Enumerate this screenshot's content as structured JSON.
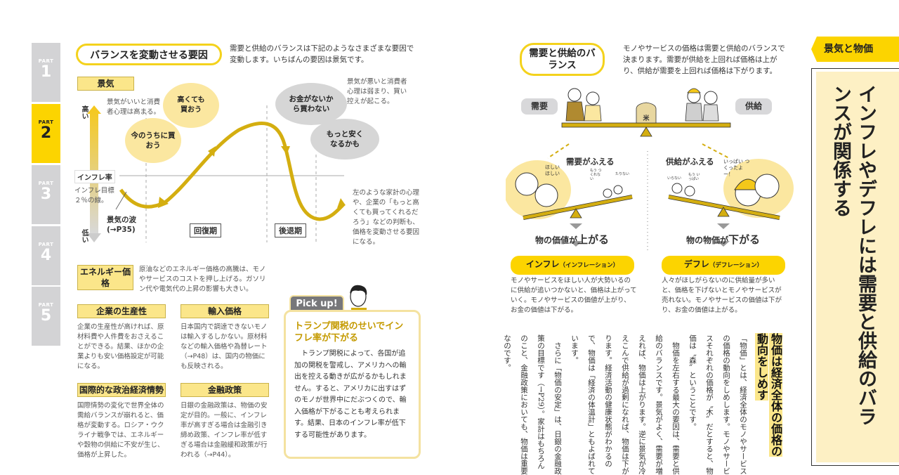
{
  "part_tabs": [
    {
      "label": "PART",
      "num": "1"
    },
    {
      "label": "PART",
      "num": "2",
      "active": true
    },
    {
      "label": "PART",
      "num": "3"
    },
    {
      "label": "PART",
      "num": "4"
    },
    {
      "label": "PART",
      "num": "5"
    }
  ],
  "left": {
    "heading": "バランスを変動させる要因",
    "intro": "需要と供給のバランスは下記のようなさまざまな要因で変動します。いちばんの要因は景気です。",
    "keiki_label": "景気",
    "axis_high": "高い",
    "axis_low": "低い",
    "inflation_rate_label": "インフレ率",
    "inflation_target_note": "インフレ目標２％の線。",
    "good_note": "景気がいいと消費者心理は高まる。",
    "bad_note": "景気が悪いと消費者心理は弱まり、買い控えが起こる。",
    "cloud_buy_now": "今のうちに買おう",
    "cloud_buy_anyway": "高くても買おう",
    "cloud_no_money": "お金がないから買わない",
    "cloud_cheaper": "もっと安くなるかも",
    "wave_label": "景気の波",
    "wave_ref": "(→P35)",
    "recovery": "回復期",
    "recession": "後退期",
    "right_note": "左のような家計の心理や、企業の「もっと高くても買ってくれるだろう」などの判断も、価格を変動させる要因になる。",
    "energy": {
      "title": "エネルギー価格",
      "text": "原油などのエネルギー価格の高騰は、モノやサービスのコストを押し上げる。ガソリン代や電気代の上昇の影響も大きい。"
    },
    "factors": [
      {
        "title": "企業の生産性",
        "text": "企業の生産性が高ければ、原材料費や人件費をおさえることができる。結果、ほかの企業よりも安い価格設定が可能になる。"
      },
      {
        "title": "輸入価格",
        "text": "日本国内で調達できないモノは輸入するしかない。原材料などの輸入価格や為替レート（→P48）は、国内の物価にも反映される。"
      },
      {
        "title": "国際的な政治経済情勢",
        "text": "国際情勢の変化で世界全体の需給バランスが崩れると、価格が変動する。ロシア・ウクライナ戦争では、エネルギーや穀物の供給に不安が生じ、価格が上昇した。"
      },
      {
        "title": "金融政策",
        "text": "日銀の金融政策は、物価の安定が目的。一般に、インフレ率が高すぎる場合は金融引き締め政策、インフレ率が低すぎる場合は金融緩和政策が行われる（→P44）。"
      }
    ],
    "pickup": {
      "tab": "Pick up!",
      "title": "トランプ関税のせいでインフレ率が下がる",
      "body": "トランプ関税によって、各国が追加の関税を警戒し、アメリカへの輸出を控える動きが広がるかもしれません。すると、アメリカに出すはずのモノが世界中にだぶつくので、輸入価格が下がることも考えられます。結果、日本のインフレ率が低下する可能性があります。"
    }
  },
  "right": {
    "heading": "需要と供給のバランス",
    "intro": "モノやサービスの価格は需要と供給のバランスで決まります。需要が供給を上回れば価格は上がり、供給が需要を上回れば価格は下がります。",
    "demand": "需要",
    "supply": "供給",
    "rice": "米",
    "demand_up": "需要がふえる",
    "supply_up": "供給がふえる",
    "bubble_want": "ほしい ほしい",
    "bubble_cant_make": "もう つくれない",
    "bubble_few": "たりない",
    "bubble_dont_need": "いらない",
    "bubble_enough": "もう いっぱい",
    "bubble_made_lots": "いっぱい つくったよー！",
    "inflation_result_pre": "物の価値が",
    "inflation_result_em": "上がる",
    "deflation_result_pre": "物の物価が",
    "deflation_result_em": "下がる",
    "inflation": {
      "label": "インフレ",
      "sub": "（インフレーション）",
      "text": "モノやサービスをほしい人が大勢いるのに供給が追いつかないと、価格は上がっていく。モノやサービスの価値が上がり、お金の価値は下がる。"
    },
    "deflation": {
      "label": "デフレ",
      "sub": "（デフレーション）",
      "text": "人々がほしがらないのに供給量が多いと、価格を下げないとモノやサービスが売れない。モノやサービスの価値は下がり、お金の価値は上がる。"
    },
    "column_title": "物価は経済全体の価格の動向をしめす",
    "column_body": "「物価」とは、経済全体のモノやサービスの価格の動向をしめします。モノやサービスそれぞれの価格が〝木〟だとすると、物価は〝森〟ということです。\n　物価を左右する最大の要因は、需要と供給のバランスです。景気がよく、需要が増えれば、物価は上がります。逆に景気が冷えこんで供給が過剰になれば、物価は下がります。経済活動の健康状態がわかるので、物価は「経済の体温計」ともよばれています。\n　さらに「物価の安定」は、日銀の金融政策の目標です（→P29）。家計はもちろんのこと、金融政策においても、物価は重要なのです。",
    "section_tab": "景気と物価",
    "page_title": "インフレやデフレには需要と供給のバランスが関係する"
  },
  "colors": {
    "yellow": "#fcd400",
    "cream": "#fdf0c4",
    "gray": "#d3d3d5",
    "mustard": "#d4ae10"
  }
}
